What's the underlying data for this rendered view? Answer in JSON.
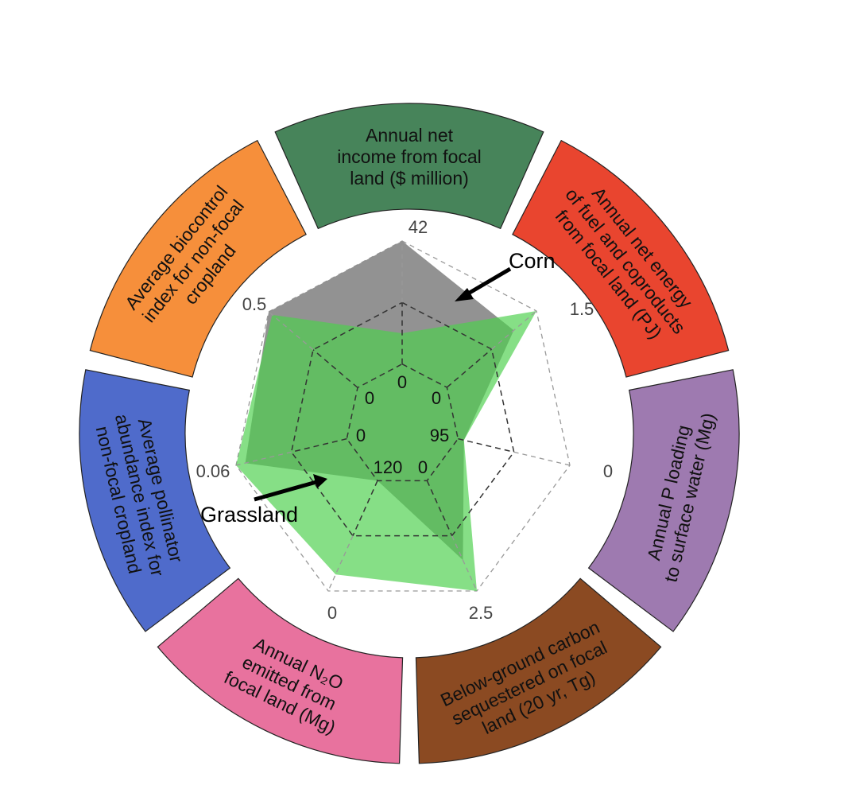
{
  "chart_data": {
    "type": "radar",
    "title": "",
    "axes": [
      {
        "label_lines": [
          "Annual net",
          "income from focal",
          "land ($ million)"
        ],
        "inner_tick": "0",
        "outer_tick": "42",
        "min": 0,
        "max": 42,
        "color": "#47845A"
      },
      {
        "label_lines": [
          "Annual net energy",
          "of fuel and coproducts",
          "from focal land (PJ)"
        ],
        "inner_tick": "0",
        "outer_tick": "1.5",
        "min": 0,
        "max": 1.5,
        "color": "#E9452F"
      },
      {
        "label_lines": [
          "Annual P loading",
          "to surface water (Mg)"
        ],
        "inner_tick": "95",
        "outer_tick": "0",
        "min": 95,
        "max": 0,
        "color": "#9E7AB0"
      },
      {
        "label_lines": [
          "Below-ground carbon",
          "sequestered on focal",
          "land (20 yr, Tg)"
        ],
        "inner_tick": "0",
        "outer_tick": "2.5",
        "min": 0,
        "max": 2.5,
        "color": "#8B4A22"
      },
      {
        "label_lines": [
          "Annual N₂O",
          "emitted from",
          "focal land (Mg)"
        ],
        "inner_tick": "120",
        "outer_tick": "0",
        "min": 120,
        "max": 0,
        "color": "#E8729E"
      },
      {
        "label_lines": [
          "Average pollinator",
          "abundance index for",
          "non-focal cropland"
        ],
        "inner_tick": "0",
        "outer_tick": "0.06",
        "min": 0,
        "max": 0.06,
        "color": "#4F6BCB"
      },
      {
        "label_lines": [
          "Average biocontrol",
          "index for non-focal",
          "cropland"
        ],
        "inner_tick": "0",
        "outer_tick": "0.5",
        "min": 0,
        "max": 0.5,
        "color": "#F68F3B"
      }
    ],
    "series": [
      {
        "name": "Corn",
        "values": [
          42,
          1.12,
          90,
          1.8,
          120,
          0.055,
          0.5
        ],
        "color": "#8C8C8C"
      },
      {
        "name": "Grassland",
        "values": [
          10.5,
          1.5,
          90,
          2.5,
          18,
          0.06,
          0.48
        ],
        "color": "#4CD04C"
      }
    ],
    "annotations": [
      "Corn",
      "Grassland"
    ],
    "grid": true,
    "legend": "none"
  }
}
